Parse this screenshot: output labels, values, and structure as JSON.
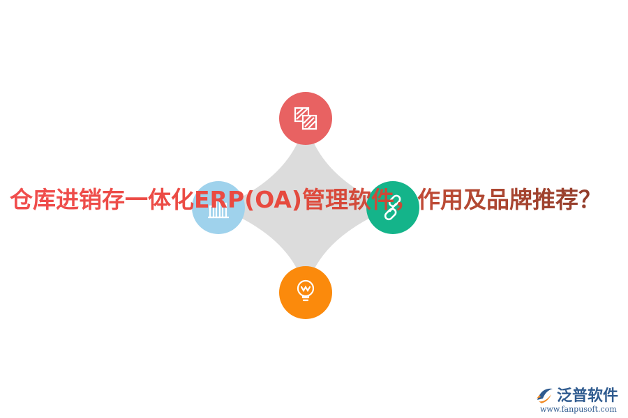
{
  "title": "仓库进销存一体化ERP(OA)管理软件，作用及品牌推荐？",
  "diagram": {
    "nodes": [
      {
        "position": "top",
        "icon": "hatched-squares-icon",
        "color": "#e86262"
      },
      {
        "position": "left",
        "icon": "bar-chart-icon",
        "color": "#9fd2ec"
      },
      {
        "position": "right",
        "icon": "chain-link-icon",
        "color": "#14b48a"
      },
      {
        "position": "bottom",
        "icon": "lightbulb-icon",
        "color": "#fb8a0c"
      }
    ],
    "star_color": "#dcdcdc"
  },
  "logo": {
    "name": "泛普软件",
    "url": "www.fanpusoft.com",
    "color": "#2f5b8f"
  }
}
